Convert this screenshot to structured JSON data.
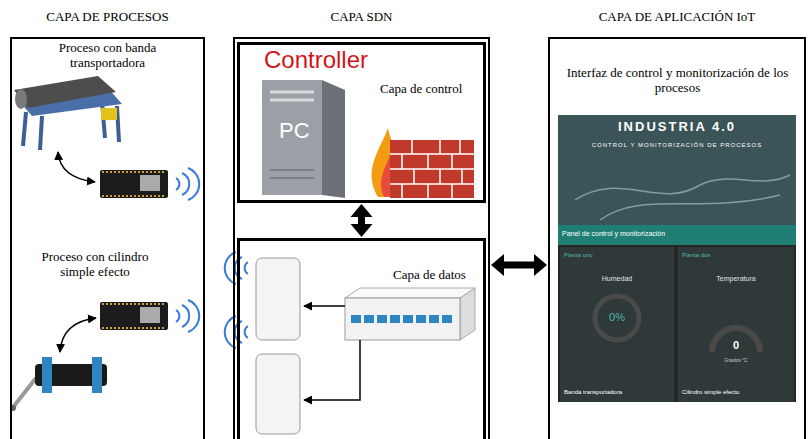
{
  "diagram": {
    "nodes": [
      {
        "text": [
          "CAPA DE PROCESOS",
          "Proceso con banda transportadora",
          "Proceso con cilindro simple efecto"
        ]
      },
      {
        "text": [
          "CAPA SDN"
        ]
      },
      {
        "text": [
          "Controller",
          "Capa de control"
        ],
        "in": 1
      },
      {
        "text": [
          "Capa de datos"
        ],
        "in": 1
      },
      {
        "text": [
          "CAPA DE APLICACIÓN IoT",
          "Interfaz de control y monitorización de los procesos"
        ]
      },
      {
        "text": [
          "Planta uno",
          "Humedad",
          "0%",
          "Banda transportadora"
        ],
        "in": 4
      },
      {
        "text": [
          "Planta dos",
          "Temperatura",
          "0",
          "Cilindro simple efecto"
        ],
        "in": 4
      }
    ],
    "edges": [
      {
        "from": 2,
        "to": 3,
        "arrow": "both"
      },
      {
        "from": 1,
        "to": 4,
        "arrow": "both"
      }
    ],
    "labels": [
      "PC",
      "INDUSTRIA 4.0",
      "CONTROL Y MONITORIZACIÓN DE PROCESOS",
      "Panel de control y monitorización",
      "Grados °C"
    ]
  }
}
